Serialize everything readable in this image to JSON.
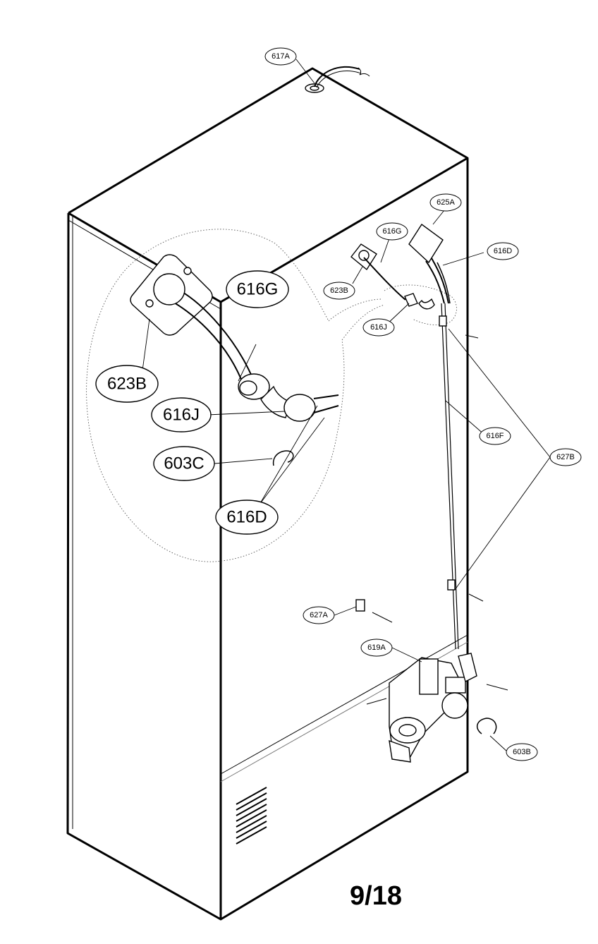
{
  "labels": {
    "l617A": "617A",
    "l625A": "625A",
    "l616G_small": "616G",
    "l616D_small": "616D",
    "l623B_small": "623B",
    "l616J_small": "616J",
    "l616F": "616F",
    "l627B": "627B",
    "l627A": "627A",
    "l619A": "619A",
    "l603B": "603B",
    "l616G_big": "616G",
    "l623B_big": "623B",
    "l616J_big": "616J",
    "l603C_big": "603C",
    "l616D_big": "616D"
  },
  "page_number": "9/18"
}
